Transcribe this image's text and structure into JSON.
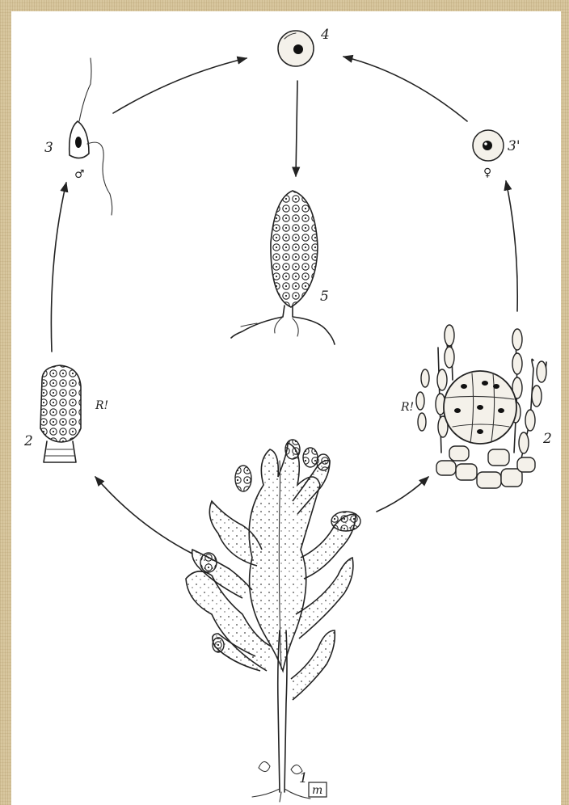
{
  "labels": {
    "thallus": "1",
    "oogonium": "2",
    "antheridium": "2",
    "reduction_left": "R!",
    "reduction_right": "R!",
    "sperm": "3",
    "male_symbol": "♂",
    "egg": "3'",
    "female_symbol": "♀",
    "zygote": "4",
    "embryo": "5",
    "monogram": "m"
  },
  "colors": {
    "ink": "#222222",
    "paper": "#ffffff",
    "border": "#d8c79f"
  }
}
